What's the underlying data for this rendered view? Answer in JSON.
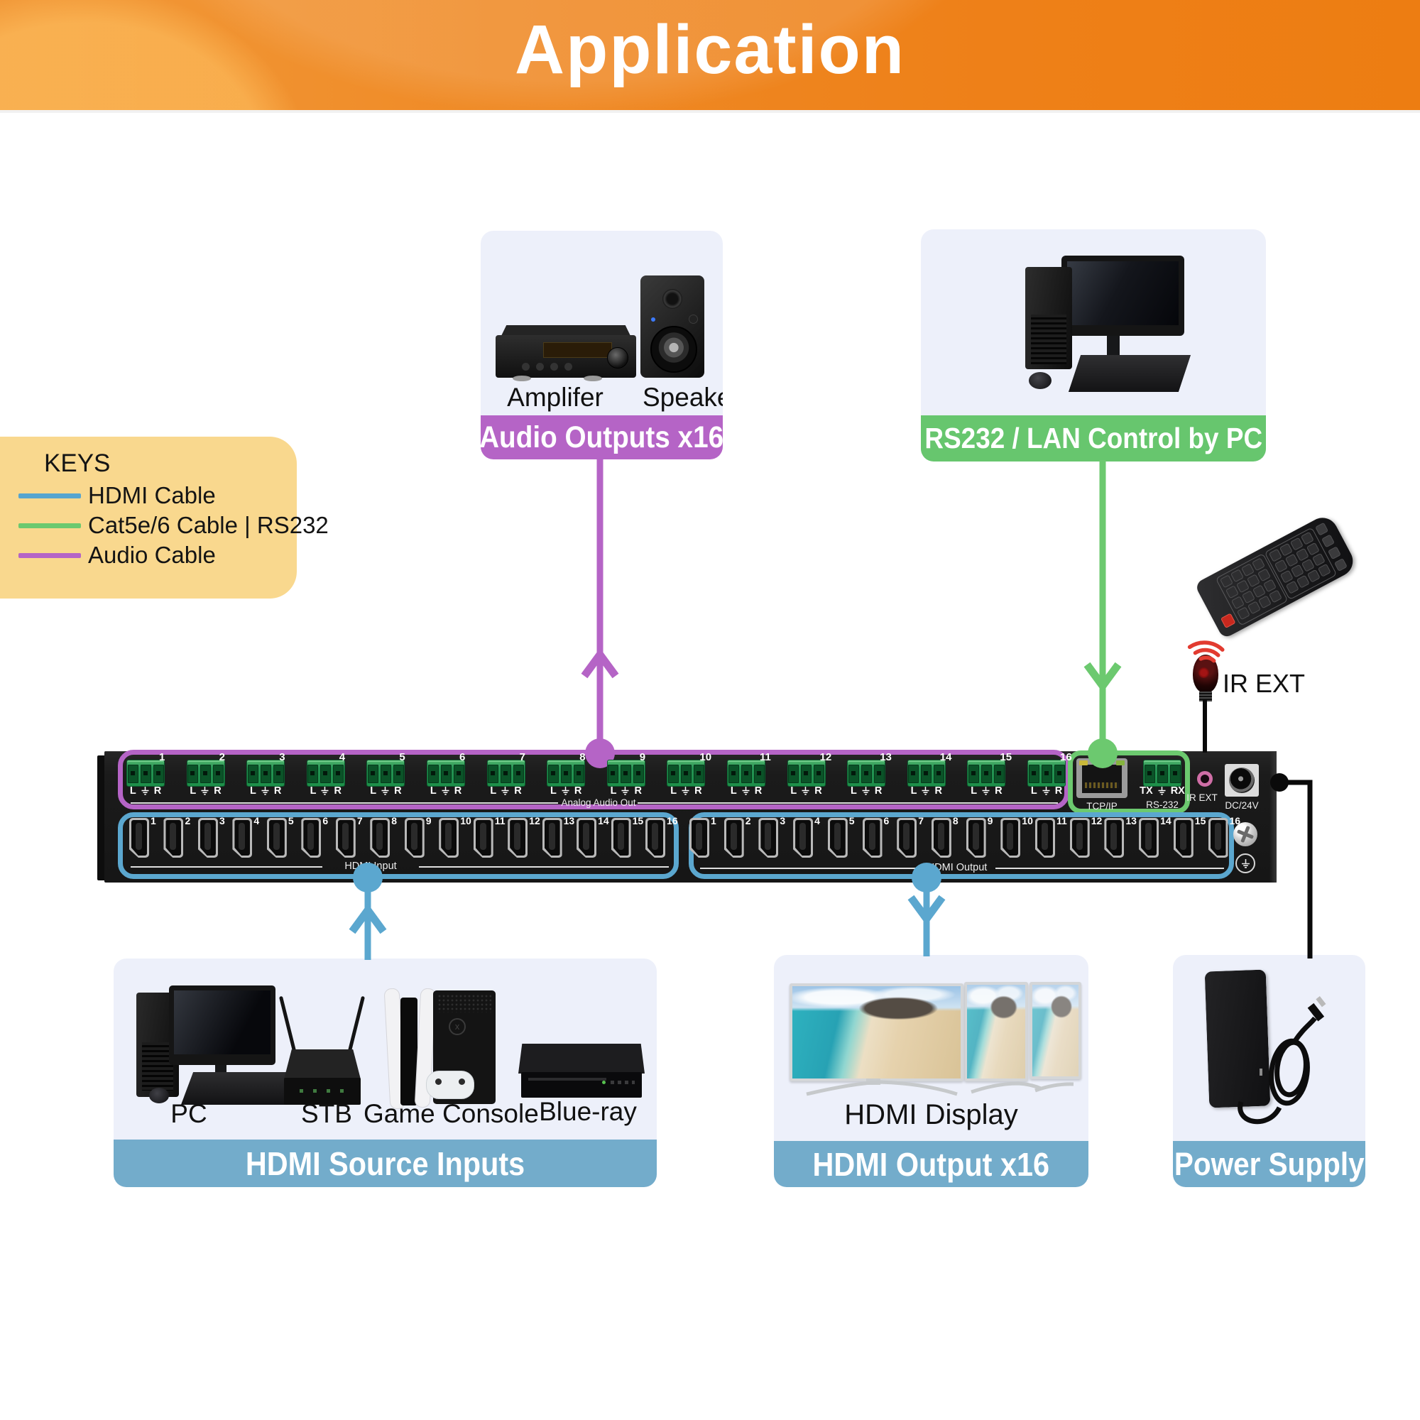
{
  "header": {
    "title": "Application"
  },
  "keys": {
    "title": "KEYS",
    "items": [
      {
        "label": "HDMI Cable",
        "color": "#56A5CF"
      },
      {
        "label": "Cat5e/6 Cable | RS232",
        "color": "#6CC96F"
      },
      {
        "label": "Audio Cable",
        "color": "#B564C6"
      }
    ]
  },
  "audio_box": {
    "banner": "Audio Outputs x16",
    "amplifier_label": "Amplifer",
    "speaker_label": "Speaker"
  },
  "pc_box": {
    "banner": "RS232 / LAN Control by PC"
  },
  "ir_ext": {
    "label": "IR EXT"
  },
  "device": {
    "audio_numbers": [
      "1",
      "2",
      "3",
      "4",
      "5",
      "6",
      "7",
      "8",
      "9",
      "10",
      "11",
      "12",
      "13",
      "14",
      "15",
      "16"
    ],
    "audio_pin_left": "L",
    "audio_pin_right": "R",
    "audio_section_label": "Analog Audio Out",
    "hdmi_in_numbers": [
      "1",
      "2",
      "3",
      "4",
      "5",
      "6",
      "7",
      "8",
      "9",
      "10",
      "11",
      "12",
      "13",
      "14",
      "15",
      "16"
    ],
    "hdmi_in_label": "HDMI Input",
    "hdmi_out_numbers": [
      "1",
      "2",
      "3",
      "4",
      "5",
      "6",
      "7",
      "8",
      "9",
      "10",
      "11",
      "12",
      "13",
      "14",
      "15",
      "16"
    ],
    "hdmi_out_label": "HDMI Output",
    "tcpip_label": "TCP/IP",
    "rs232_pin_left": "TX",
    "rs232_pin_right": "RX",
    "rs232_label": "RS-232",
    "ir_port_label": "IR EXT",
    "dc_label": "DC/24V"
  },
  "sources_box": {
    "banner": "HDMI Source Inputs",
    "items": [
      "PC",
      "STB",
      "Game Console",
      "Blue-ray"
    ]
  },
  "displays_box": {
    "caption": "HDMI Display",
    "banner": "HDMI Output x16"
  },
  "power_box": {
    "banner": "Power Supply"
  },
  "colors": {
    "hdmi_cable": "#56A5CF",
    "cat_cable": "#6CC96F",
    "audio_cable": "#B564C6",
    "banner_blue": "#73ACCB",
    "banner_green": "#67C66E",
    "banner_purple": "#B564C6",
    "keys_bg": "#F9D88E",
    "card_bg": "#EDF0FA",
    "header_orange": "#EF8A26"
  }
}
